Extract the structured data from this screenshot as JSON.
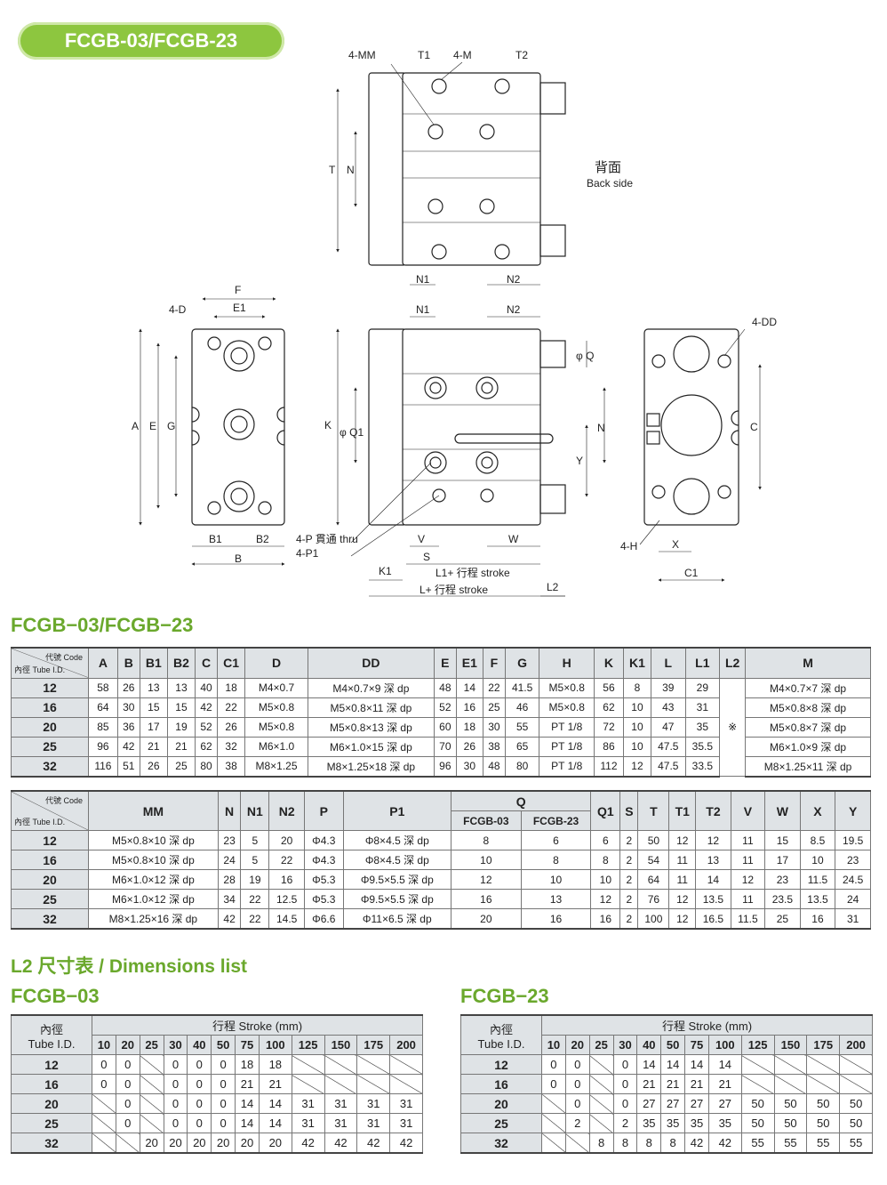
{
  "badge": "FCGB-03/FCGB-23",
  "labels": {
    "back_cn": "背面",
    "back_en": "Back side",
    "mm4": "4-MM",
    "t1": "T1",
    "m4": "4-M",
    "t2": "T2",
    "T": "T",
    "N": "N",
    "N1": "N1",
    "N2": "N2",
    "F": "F",
    "E1": "E1",
    "D4": "4-D",
    "A": "A",
    "E": "E",
    "G": "G",
    "B1": "B1",
    "B2": "B2",
    "B": "B",
    "K": "K",
    "phiQ1": "φ Q1",
    "phiQ": "φ Q",
    "Y": "Y",
    "P4": "4-P 貫通 thru",
    "P14": "4-P1",
    "V": "V",
    "S": "S",
    "W": "W",
    "K1": "K1",
    "L1stroke": "L1+ 行程 stroke",
    "Lstroke": "L+ 行程 stroke",
    "L2": "L2",
    "DD4": "4-DD",
    "C": "C",
    "H4": "4-H",
    "X": "X",
    "C1": "C1"
  },
  "table1": {
    "title": "FCGB−03/FCGB−23",
    "corner_code": "代號 Code",
    "corner_id": "內徑 Tube I.D.",
    "headers": [
      "A",
      "B",
      "B1",
      "B2",
      "C",
      "C1",
      "D",
      "DD",
      "E",
      "E1",
      "F",
      "G",
      "H",
      "K",
      "K1",
      "L",
      "L1",
      "L2",
      "M"
    ],
    "l2_mark": "※",
    "rows": [
      {
        "id": "12",
        "cells": [
          "58",
          "26",
          "13",
          "13",
          "40",
          "18",
          "M4×0.7",
          "M4×0.7×9 深 dp",
          "48",
          "14",
          "22",
          "41.5",
          "M5×0.8",
          "56",
          "8",
          "39",
          "29",
          "M4×0.7×7 深 dp"
        ]
      },
      {
        "id": "16",
        "cells": [
          "64",
          "30",
          "15",
          "15",
          "42",
          "22",
          "M5×0.8",
          "M5×0.8×11 深 dp",
          "52",
          "16",
          "25",
          "46",
          "M5×0.8",
          "62",
          "10",
          "43",
          "31",
          "M5×0.8×8 深 dp"
        ]
      },
      {
        "id": "20",
        "cells": [
          "85",
          "36",
          "17",
          "19",
          "52",
          "26",
          "M5×0.8",
          "M5×0.8×13 深 dp",
          "60",
          "18",
          "30",
          "55",
          "PT 1/8",
          "72",
          "10",
          "47",
          "35",
          "M5×0.8×7 深 dp"
        ]
      },
      {
        "id": "25",
        "cells": [
          "96",
          "42",
          "21",
          "21",
          "62",
          "32",
          "M6×1.0",
          "M6×1.0×15 深 dp",
          "70",
          "26",
          "38",
          "65",
          "PT 1/8",
          "86",
          "10",
          "47.5",
          "35.5",
          "M6×1.0×9 深 dp"
        ]
      },
      {
        "id": "32",
        "cells": [
          "116",
          "51",
          "26",
          "25",
          "80",
          "38",
          "M8×1.25",
          "M8×1.25×18 深 dp",
          "96",
          "30",
          "48",
          "80",
          "PT 1/8",
          "112",
          "12",
          "47.5",
          "33.5",
          "M8×1.25×11 深 dp"
        ]
      }
    ]
  },
  "table2": {
    "corner_code": "代號 Code",
    "corner_id": "內徑 Tube I.D.",
    "headers": [
      "MM",
      "N",
      "N1",
      "N2",
      "P",
      "P1",
      "Q",
      "Q1",
      "S",
      "T",
      "T1",
      "T2",
      "V",
      "W",
      "X",
      "Y"
    ],
    "q_sub": [
      "FCGB-03",
      "FCGB-23"
    ],
    "rows": [
      {
        "id": "12",
        "cells": [
          "M5×0.8×10 深 dp",
          "23",
          "5",
          "20",
          "Φ4.3",
          "Φ8×4.5 深 dp",
          "8",
          "6",
          "6",
          "2",
          "50",
          "12",
          "12",
          "11",
          "15",
          "8.5",
          "19.5"
        ]
      },
      {
        "id": "16",
        "cells": [
          "M5×0.8×10 深 dp",
          "24",
          "5",
          "22",
          "Φ4.3",
          "Φ8×4.5 深 dp",
          "10",
          "8",
          "8",
          "2",
          "54",
          "11",
          "13",
          "11",
          "17",
          "10",
          "23"
        ]
      },
      {
        "id": "20",
        "cells": [
          "M6×1.0×12 深 dp",
          "28",
          "19",
          "16",
          "Φ5.3",
          "Φ9.5×5.5 深 dp",
          "12",
          "10",
          "10",
          "2",
          "64",
          "11",
          "14",
          "12",
          "23",
          "11.5",
          "24.5"
        ]
      },
      {
        "id": "25",
        "cells": [
          "M6×1.0×12 深 dp",
          "34",
          "22",
          "12.5",
          "Φ5.3",
          "Φ9.5×5.5 深 dp",
          "16",
          "13",
          "12",
          "2",
          "76",
          "12",
          "13.5",
          "11",
          "23.5",
          "13.5",
          "24"
        ]
      },
      {
        "id": "32",
        "cells": [
          "M8×1.25×16 深 dp",
          "42",
          "22",
          "14.5",
          "Φ6.6",
          "Φ11×6.5 深 dp",
          "20",
          "16",
          "16",
          "2",
          "100",
          "12",
          "16.5",
          "11.5",
          "25",
          "16",
          "31"
        ]
      }
    ]
  },
  "l2_title": "L2 尺寸表 / Dimensions list",
  "l2_tables": [
    {
      "title": "FCGB−03",
      "header_id_cn": "內徑",
      "header_id_en": "Tube I.D.",
      "header_stroke": "行程 Stroke (mm)",
      "strokes": [
        "10",
        "20",
        "25",
        "30",
        "40",
        "50",
        "75",
        "100",
        "125",
        "150",
        "175",
        "200"
      ],
      "rows": [
        {
          "id": "12",
          "cells": [
            "0",
            "0",
            "/",
            "0",
            "0",
            "0",
            "18",
            "18",
            "/",
            "/",
            "/",
            "/"
          ]
        },
        {
          "id": "16",
          "cells": [
            "0",
            "0",
            "/",
            "0",
            "0",
            "0",
            "21",
            "21",
            "/",
            "/",
            "/",
            "/"
          ]
        },
        {
          "id": "20",
          "cells": [
            "/",
            "0",
            "/",
            "0",
            "0",
            "0",
            "14",
            "14",
            "31",
            "31",
            "31",
            "31"
          ]
        },
        {
          "id": "25",
          "cells": [
            "/",
            "0",
            "/",
            "0",
            "0",
            "0",
            "14",
            "14",
            "31",
            "31",
            "31",
            "31"
          ]
        },
        {
          "id": "32",
          "cells": [
            "/",
            "/",
            "20",
            "20",
            "20",
            "20",
            "20",
            "20",
            "42",
            "42",
            "42",
            "42"
          ]
        }
      ]
    },
    {
      "title": "FCGB−23",
      "header_id_cn": "內徑",
      "header_id_en": "Tube I.D.",
      "header_stroke": "行程 Stroke (mm)",
      "strokes": [
        "10",
        "20",
        "25",
        "30",
        "40",
        "50",
        "75",
        "100",
        "125",
        "150",
        "175",
        "200"
      ],
      "rows": [
        {
          "id": "12",
          "cells": [
            "0",
            "0",
            "/",
            "0",
            "14",
            "14",
            "14",
            "14",
            "/",
            "/",
            "/",
            "/"
          ]
        },
        {
          "id": "16",
          "cells": [
            "0",
            "0",
            "/",
            "0",
            "21",
            "21",
            "21",
            "21",
            "/",
            "/",
            "/",
            "/"
          ]
        },
        {
          "id": "20",
          "cells": [
            "/",
            "0",
            "/",
            "0",
            "27",
            "27",
            "27",
            "27",
            "50",
            "50",
            "50",
            "50"
          ]
        },
        {
          "id": "25",
          "cells": [
            "/",
            "2",
            "/",
            "2",
            "35",
            "35",
            "35",
            "35",
            "50",
            "50",
            "50",
            "50"
          ]
        },
        {
          "id": "32",
          "cells": [
            "/",
            "/",
            "8",
            "8",
            "8",
            "8",
            "42",
            "42",
            "55",
            "55",
            "55",
            "55"
          ]
        }
      ]
    }
  ]
}
